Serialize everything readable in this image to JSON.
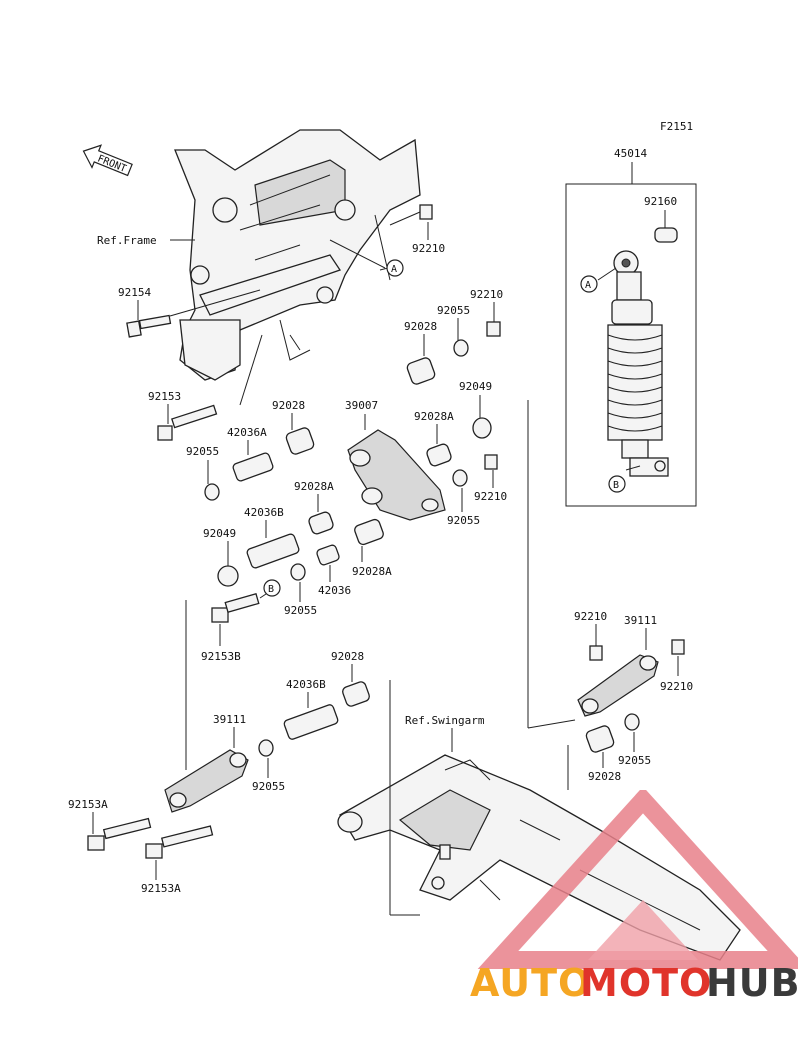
{
  "figure_code": "F2151",
  "front_label": "FRONT",
  "ref_frame": "Ref.Frame",
  "ref_swingarm": "Ref.Swingarm",
  "callout_a": "A",
  "callout_b": "B",
  "parts": {
    "p45014": "45014",
    "p92160": "92160",
    "p92210_top": "92210",
    "p92154": "92154",
    "p92210_b": "92210",
    "p92055_a": "92055",
    "p92028_a": "92028",
    "p92049_a": "92049",
    "p92153": "92153",
    "p92028_b": "92028",
    "p39007": "39007",
    "p42036A": "42036A",
    "p92028A_a": "92028A",
    "p92055_b": "92055",
    "p92210_c": "92210",
    "p92028A_b": "92028A",
    "p92055_c": "92055",
    "p42036B_a": "42036B",
    "p92049_b": "92049",
    "p42036": "42036",
    "p92028A_c": "92028A",
    "p92055_d": "92055",
    "p92153B": "92153B",
    "p92028_c": "92028",
    "p42036B_b": "42036B",
    "p39111_a": "39111",
    "p92055_e": "92055",
    "p92153A_a": "92153A",
    "p92153A_b": "92153A",
    "p92210_d": "92210",
    "p39111_b": "39111",
    "p92210_e": "92210",
    "p92055_f": "92055",
    "p92028_d": "92028"
  },
  "watermark": {
    "text_part1": "AUTO",
    "text_part2": "MOTO",
    "text_part3": "HUB",
    "color1": "#f5a623",
    "color2": "#e0342b",
    "color3": "#3a3a3a"
  }
}
